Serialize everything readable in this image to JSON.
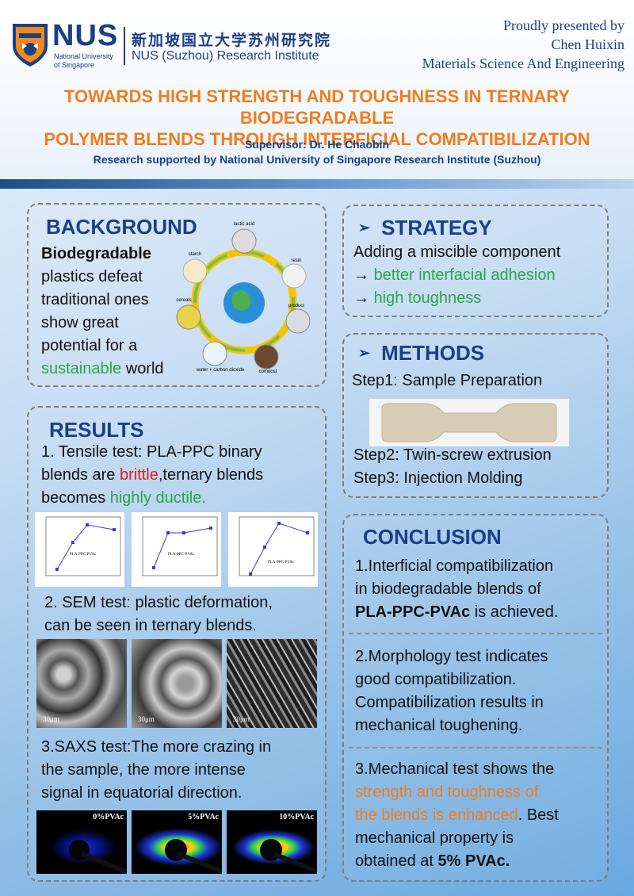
{
  "header": {
    "logo_text": "NUS",
    "logo_sub1": "National University",
    "logo_sub2": "of Singapore",
    "institute_cn": "新加坡国立大学苏州研究院",
    "institute_en": "NUS (Suzhou) Research Institute",
    "presented_by": "Proudly presented by",
    "presenter_name": "Chen Huixin",
    "presenter_dept": "Materials Science And Engineering",
    "title_line1": "TOWARDS HIGH STRENGTH AND TOUGHNESS IN TERNARY BIODEGRADABLE",
    "title_line2": "POLYMER BLENDS THROUGH INTERFICIAL COMPATIBILIZATION",
    "supervisor": "Supervisor: Dr. He Chaobin",
    "support": "Research supported by National University of Singapore Research Institute (Suzhou)"
  },
  "background": {
    "heading": "BACKGROUND",
    "bold_word": "Biodegradable",
    "line2": "plastics defeat",
    "line3": "traditional ones",
    "line4": "show great",
    "line5": "potential for a",
    "green_word": "sustainable",
    "end_word": " world",
    "cycle_labels": {
      "starch": "starch",
      "lactic": "lactic acid",
      "resin": "resin",
      "product": "product",
      "compost": "compost",
      "water": "water + carbon dioxide",
      "cereals": "cereals"
    }
  },
  "strategy": {
    "heading": "STRATEGY",
    "line1": "Adding a miscible component",
    "arrow": "→",
    "line2": "better interfacial adhesion",
    "line3": "high toughness"
  },
  "methods": {
    "heading": "METHODS",
    "step1": "Step1: Sample Preparation",
    "step2": "Step2: Twin-screw extrusion",
    "step3": "Step3: Injection Molding"
  },
  "results": {
    "heading": "RESULTS",
    "tensile_line1": "1. Tensile test: PLA-PPC binary",
    "tensile_line2a": "blends are ",
    "tensile_red": "brittle",
    "tensile_line2b": ",ternary blends",
    "tensile_line3a": "becomes ",
    "tensile_green": "highly ductile.",
    "graph_legend": "PLA-PPC-PVAc",
    "sem_line1": "2. SEM test: plastic deformation,",
    "sem_line2": "can be seen in ternary blends.",
    "sem_scale": "30μm",
    "saxs_line1": "3.SAXS test:The more crazing in",
    "saxs_line2": "the sample, the more intense",
    "saxs_line3": "signal in equatorial direction.",
    "saxs_labels": [
      "0%PVAc",
      "5%PVAc",
      "10%PVAc"
    ]
  },
  "conclusion": {
    "heading": "CONCLUSION",
    "c1_line1": "1.Interficial compatibilization",
    "c1_line2": "in biodegradable blends of",
    "c1_bold": "PLA-PPC-PVAc",
    "c1_end": " is achieved.",
    "c2_line1": "2.Morphology test indicates",
    "c2_line2": "good compatibilization.",
    "c2_line3": "Compatibilization results in",
    "c2_line4": "mechanical toughening.",
    "c3_line1": "3.Mechanical test shows the",
    "c3_orange1": "strength and toughness of",
    "c3_orange2": "the blends is enhanced",
    "c3_after": ". Best",
    "c3_line4": "mechanical property is",
    "c3_line5a": "obtained at ",
    "c3_bold": "5% PVAc."
  },
  "colors": {
    "title_orange": "#f07d1c",
    "heading_blue": "#1b3f86",
    "highlight_green": "#2aa54a",
    "highlight_red": "#e01e1e"
  }
}
